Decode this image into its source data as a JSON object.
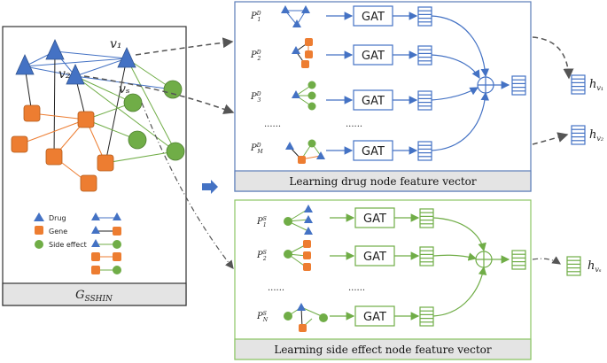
{
  "graph": {
    "title": "G_SSHIN",
    "title_main": "G",
    "title_sub": "SSHIN",
    "node_v1": "v₁",
    "node_v2": "v₂",
    "node_vs": "vₛ",
    "legend": {
      "drug": "Drug",
      "gene": "Gene",
      "side_effect": "Side effect"
    }
  },
  "drug_panel": {
    "caption": "Learning drug node feature vector",
    "rows": [
      {
        "label_main": "P",
        "label_sup": "D",
        "label_sub": "1"
      },
      {
        "label_main": "P",
        "label_sup": "D",
        "label_sub": "2"
      },
      {
        "label_main": "P",
        "label_sup": "D",
        "label_sub": "3"
      },
      {
        "label_main": "P",
        "label_sup": "D",
        "label_sub": "M"
      }
    ],
    "gat_label": "GAT",
    "ellipsis": "......",
    "output_v1": {
      "main": "h",
      "sub": "v₁"
    },
    "output_v2": {
      "main": "h",
      "sub": "v₂"
    }
  },
  "side_panel": {
    "caption": "Learning side effect node feature vector",
    "rows": [
      {
        "label_main": "P",
        "label_sup": "S",
        "label_sub": "1"
      },
      {
        "label_main": "P",
        "label_sup": "S",
        "label_sub": "2"
      },
      {
        "label_main": "P",
        "label_sup": "S",
        "label_sub": "N"
      }
    ],
    "gat_label": "GAT",
    "ellipsis": "......",
    "output_vs": {
      "main": "h",
      "sub": "vₛ"
    }
  },
  "colors": {
    "drug": "#4472C4",
    "gene": "#ED7D31",
    "side_effect": "#70AD47",
    "drug_panel_border": "#5B7DB8",
    "side_panel_border": "#8CC665",
    "caption_bg": "#E4E4E4"
  }
}
